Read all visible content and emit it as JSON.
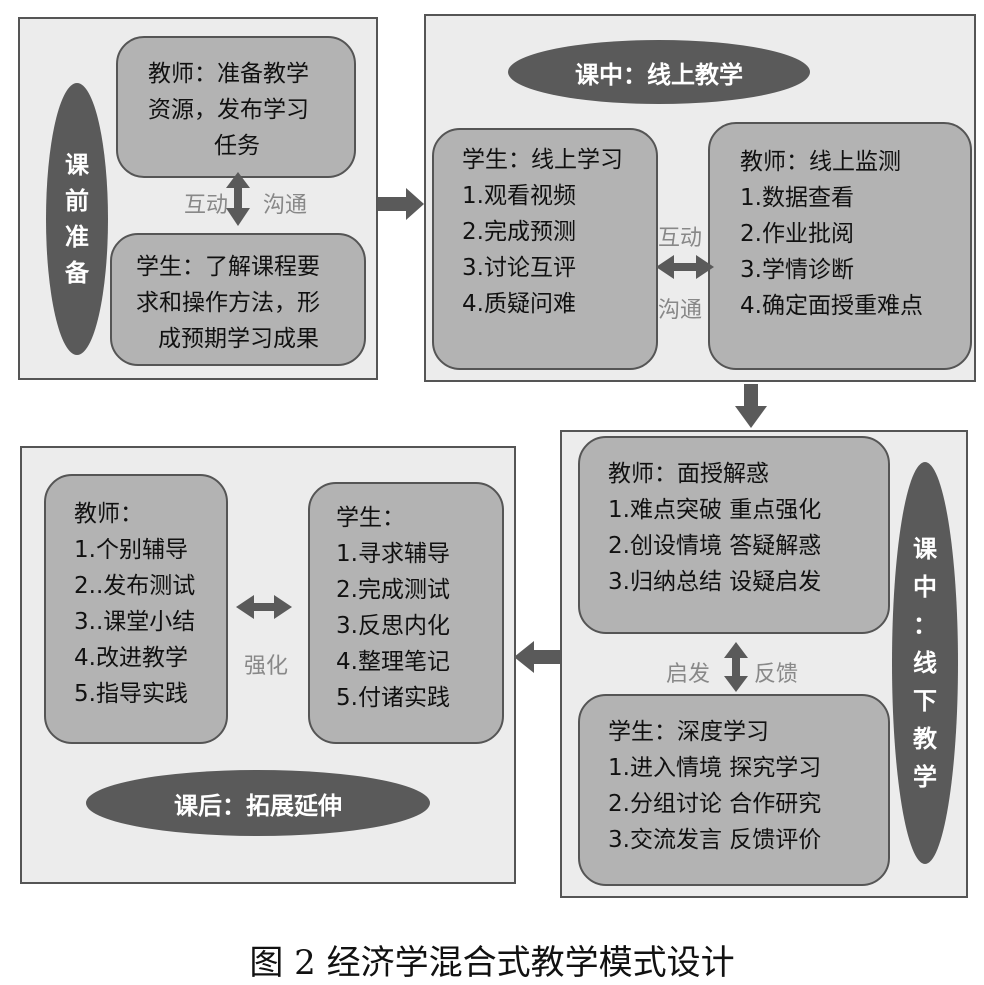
{
  "pre_class": {
    "title_chars": [
      "课",
      "前",
      "准",
      "备"
    ],
    "teacher_lines": [
      "教师：准备教学",
      "资源，发布学习",
      "任务"
    ],
    "student_lines": [
      "学生：了解课程要",
      "求和操作方法，形",
      "成预期学习成果"
    ],
    "label_left": "互动",
    "label_right": "沟通"
  },
  "online": {
    "title": "课中：线上教学",
    "student_lines": [
      "学生：线上学习",
      "1.观看视频",
      "2.完成预测",
      "3.讨论互评",
      "4.质疑问难"
    ],
    "teacher_lines": [
      "教师：线上监测",
      "1.数据查看",
      "2.作业批阅",
      "3.学情诊断",
      "4.确定面授重难点"
    ],
    "label_top": "互动",
    "label_bottom": "沟通"
  },
  "offline": {
    "title_chars": [
      "课",
      "中",
      "：",
      "线",
      "下",
      "教",
      "学"
    ],
    "teacher_lines": [
      "教师：面授解惑",
      "1.难点突破  重点强化",
      "2.创设情境  答疑解惑",
      "3.归纳总结  设疑启发"
    ],
    "student_lines": [
      "学生：深度学习",
      "1.进入情境  探究学习",
      "2.分组讨论  合作研究",
      "3.交流发言  反馈评价"
    ],
    "label_left": "启发",
    "label_right": "反馈"
  },
  "post_class": {
    "title": "课后：拓展延伸",
    "teacher_lines": [
      "教师：",
      "1.个别辅导",
      "2..发布测试",
      "3..课堂小结",
      "4.改进教学",
      "5.指导实践"
    ],
    "student_lines": [
      "学生：",
      "1.寻求辅导",
      "2.完成测试",
      "3.反思内化",
      "4.整理笔记",
      "5.付诸实践"
    ],
    "label": "强化"
  },
  "caption": "图 2  经济学混合式教学模式设计",
  "colors": {
    "panel": "#ececec",
    "box": "#b3b3b3",
    "oval": "#5a5a5a",
    "arrow": "#5a5a5a",
    "label": "#888888"
  }
}
